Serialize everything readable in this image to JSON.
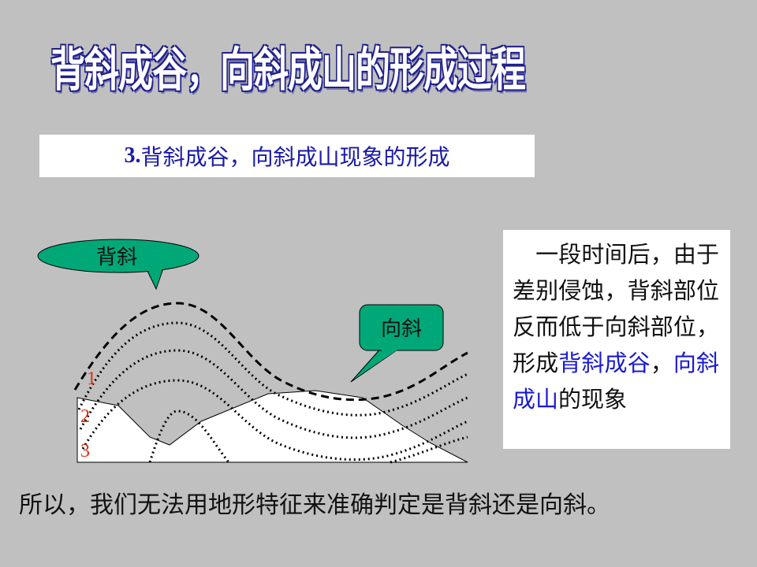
{
  "title": "背斜成谷，向斜成山的形成过程",
  "subtitle": {
    "number": "3.",
    "text": "背斜成谷，向斜成山现象的形成"
  },
  "diagram": {
    "callout_anticline": "背斜",
    "callout_syncline": "向斜",
    "layer_labels": [
      "1",
      "2",
      "3"
    ],
    "colors": {
      "anticline_callout": "#00a878",
      "syncline_callout": "#00a878",
      "layer_label": "#e03010"
    }
  },
  "explanation": {
    "part1": "一段时间后，由于差别侵蚀，背斜部位反而低于向斜部位，形成",
    "highlight1": "背斜成谷",
    "sep": "，",
    "highlight2": "向斜成山",
    "part2": "的现象"
  },
  "conclusion": "所以，我们无法用地形特征来准确判定是背斜还是向斜。"
}
